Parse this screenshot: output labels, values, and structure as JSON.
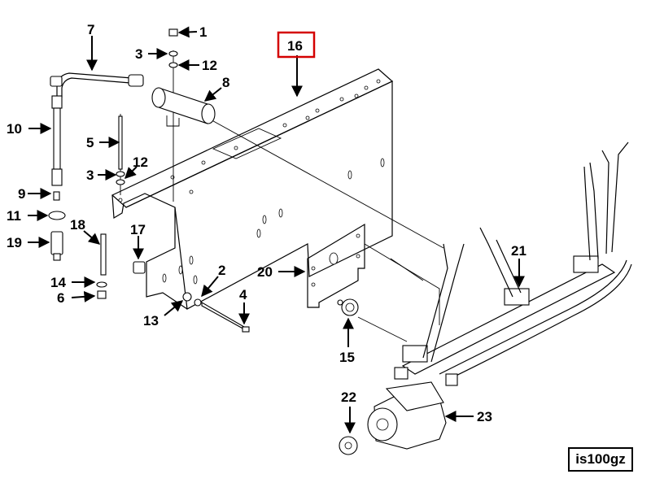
{
  "diagram_code": "is100gz",
  "highlight_color": "#d40000",
  "callouts": {
    "c1": "1",
    "c2": "2",
    "c3a": "3",
    "c3b": "3",
    "c4": "4",
    "c5": "5",
    "c6": "6",
    "c7": "7",
    "c8": "8",
    "c9": "9",
    "c10": "10",
    "c11": "11",
    "c12a": "12",
    "c12b": "12",
    "c13": "13",
    "c14": "14",
    "c15": "15",
    "c16": "16",
    "c17": "17",
    "c18": "18",
    "c19": "19",
    "c20": "20",
    "c21": "21",
    "c22": "22",
    "c23": "23"
  }
}
